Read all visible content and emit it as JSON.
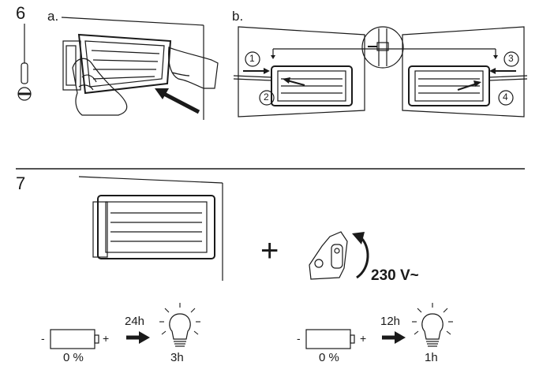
{
  "step6": {
    "number": "6",
    "part_a": "a.",
    "part_b": "b.",
    "callouts": [
      "1",
      "2",
      "3",
      "4"
    ]
  },
  "step7": {
    "number": "7",
    "plus": "+",
    "voltage": "230 V~"
  },
  "charging": [
    {
      "minus": "-",
      "plus": "+",
      "battery_level": "0 %",
      "charge_time": "24h",
      "light_duration": "3h"
    },
    {
      "minus": "-",
      "plus": "+",
      "battery_level": "0 %",
      "charge_time": "12h",
      "light_duration": "1h"
    }
  ]
}
